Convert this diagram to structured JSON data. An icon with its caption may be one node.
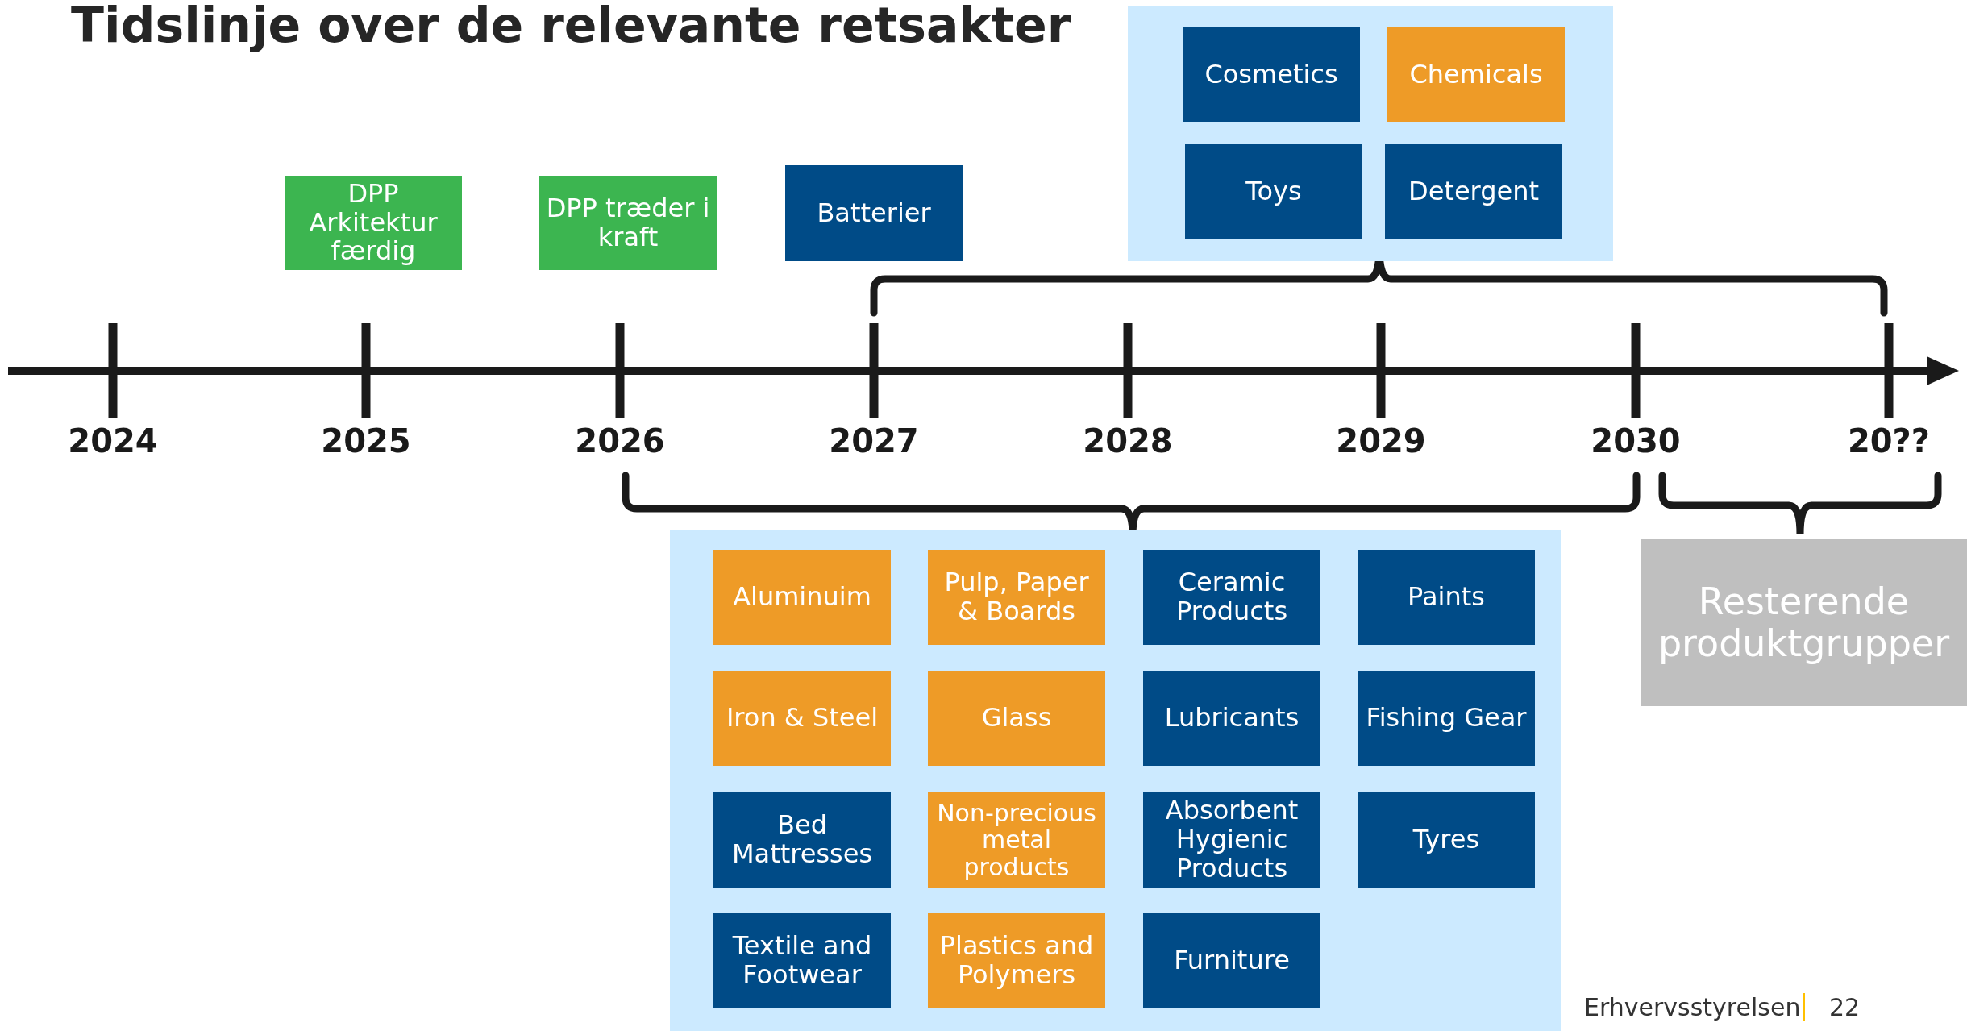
{
  "diagram": {
    "title": "Tidslinje over de relevante retsakter",
    "nodes": [
      {
        "text": [
          "DPP Arkitektur færdig"
        ]
      },
      {
        "text": [
          "DPP træder i kraft"
        ]
      },
      {
        "text": [
          "Batterier"
        ]
      },
      {
        "text": [],
        "shape": "box"
      },
      {
        "text": [
          "Cosmetics"
        ],
        "in": 3
      },
      {
        "text": [
          "Chemicals"
        ],
        "in": 3
      },
      {
        "text": [
          "Toys"
        ],
        "in": 3
      },
      {
        "text": [
          "Detergent"
        ],
        "in": 3
      },
      {
        "text": [],
        "shape": "box"
      },
      {
        "text": [
          "Aluminuim"
        ],
        "in": 8
      },
      {
        "text": [
          "Pulp, Paper & Boards"
        ],
        "in": 8
      },
      {
        "text": [
          "Ceramic Products"
        ],
        "in": 8
      },
      {
        "text": [
          "Paints"
        ],
        "in": 8
      },
      {
        "text": [
          "Iron & Steel"
        ],
        "in": 8
      },
      {
        "text": [
          "Glass"
        ],
        "in": 8
      },
      {
        "text": [
          "Lubricants"
        ],
        "in": 8
      },
      {
        "text": [
          "Fishing Gear"
        ],
        "in": 8
      },
      {
        "text": [
          "Bed Mattresses"
        ],
        "in": 8
      },
      {
        "text": [
          "Non-precious metal products"
        ],
        "in": 8
      },
      {
        "text": [
          "Absorbent Hygienic Products"
        ],
        "in": 8
      },
      {
        "text": [
          "Tyres"
        ],
        "in": 8
      },
      {
        "text": [
          "Textile and Footwear"
        ],
        "in": 8
      },
      {
        "text": [
          "Plastics and Polymers"
        ],
        "in": 8
      },
      {
        "text": [
          "Furniture"
        ],
        "in": 8
      },
      {
        "text": [
          "Resterende produktgrupper"
        ]
      }
    ],
    "edges": [],
    "labels": [
      "2024",
      "2025",
      "2026",
      "2027",
      "2028",
      "2029",
      "2030",
      "20??",
      "Erhvervsstyrelsen",
      "22"
    ]
  }
}
